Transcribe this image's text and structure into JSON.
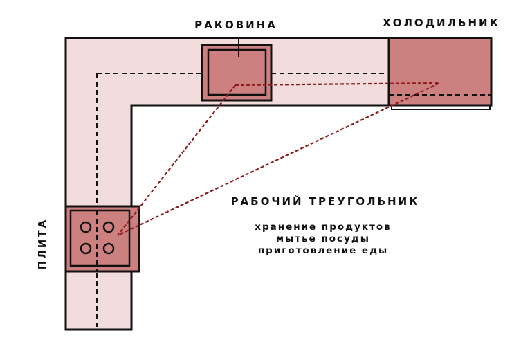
{
  "labels": {
    "sink": "РАКОВИНА",
    "fridge": "ХОЛОДИЛЬНИК",
    "stove": "ПЛИТА",
    "triangle_title": "РАБОЧИЙ ТРЕУГОЛЬНИК",
    "triangle_items": [
      "хранение продуктов",
      "мытье посуды",
      "приготовление еды"
    ]
  },
  "colors": {
    "counter_fill": "#f3dcdc",
    "appliance_fill": "#cc8080",
    "outline": "#111111",
    "triangle_line": "#8b1a1a"
  }
}
